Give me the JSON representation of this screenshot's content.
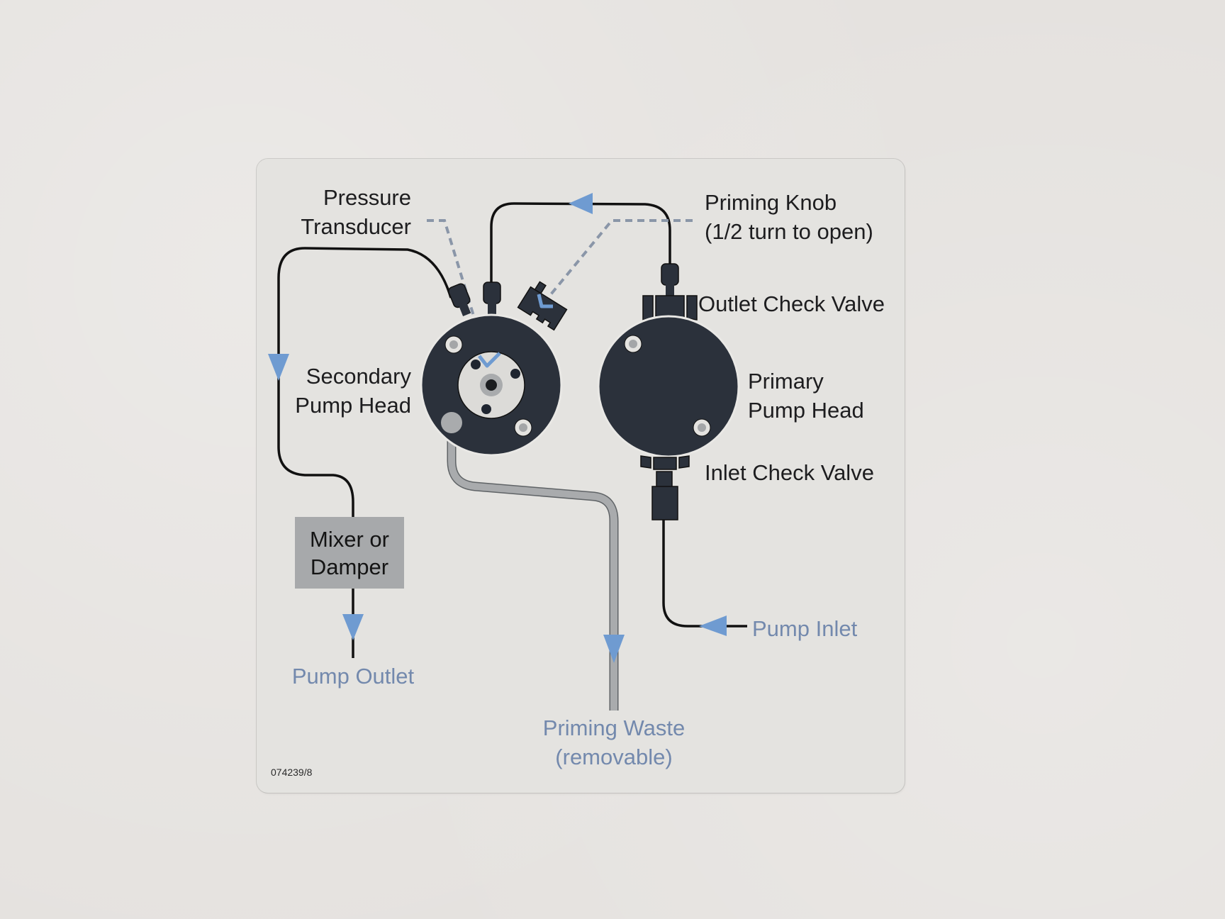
{
  "labels": {
    "pressure_transducer": [
      "Pressure",
      "Transducer"
    ],
    "priming_knob": [
      "Priming Knob",
      "(1/2 turn to open)"
    ],
    "outlet_check_valve": "Outlet Check Valve",
    "secondary_pump_head": [
      "Secondary",
      "Pump Head"
    ],
    "primary_pump_head": [
      "Primary",
      "Pump Head"
    ],
    "inlet_check_valve": "Inlet Check Valve",
    "mixer_or_damper": [
      "Mixer or",
      "Damper"
    ],
    "pump_outlet": "Pump Outlet",
    "pump_inlet": "Pump Inlet",
    "priming_waste": [
      "Priming Waste",
      "(removable)"
    ],
    "part_number": "074239/8"
  },
  "colors": {
    "wall": "#e5e2df",
    "card": "#e4e3e0",
    "pump_dark": "#2b313b",
    "tube_black": "#111111",
    "waste_tube": "#a9abad",
    "flow_arrow": "#6f9bd1",
    "dashed_leader": "#8a96a8",
    "blue_text": "#7389ad",
    "mixer_box": "#a7a9ab"
  },
  "flow_arrows": [
    {
      "name": "top-loop-arrow",
      "direction": "left"
    },
    {
      "name": "left-loop-arrow",
      "direction": "down"
    },
    {
      "name": "pump-outlet-arrow",
      "direction": "down"
    },
    {
      "name": "priming-waste-arrow",
      "direction": "down"
    },
    {
      "name": "pump-inlet-arrow",
      "direction": "left"
    }
  ]
}
